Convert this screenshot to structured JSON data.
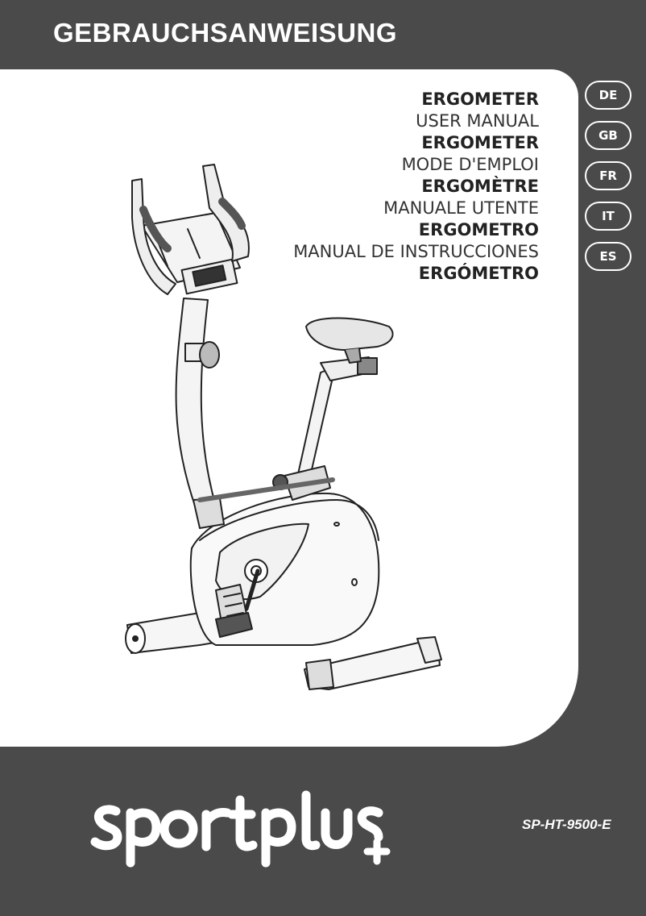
{
  "header": {
    "title": "GEBRAUCHSANWEISUNG"
  },
  "titles": [
    {
      "text": "ERGOMETER",
      "weight": "bold"
    },
    {
      "text": "USER MANUAL",
      "weight": "light"
    },
    {
      "text": "ERGOMETER",
      "weight": "bold"
    },
    {
      "text": "MODE D'EMPLOI",
      "weight": "light"
    },
    {
      "text": "ERGOMÈTRE",
      "weight": "bold"
    },
    {
      "text": "MANUALE UTENTE",
      "weight": "light"
    },
    {
      "text": "ERGOMETRO",
      "weight": "bold"
    },
    {
      "text": "MANUAL DE INSTRUCCIONES",
      "weight": "light"
    },
    {
      "text": "ERGÓMETRO",
      "weight": "bold"
    }
  ],
  "languages": [
    "DE",
    "GB",
    "FR",
    "IT",
    "ES"
  ],
  "brand": {
    "logo_text": "sportplus"
  },
  "model": "SP-HT-9500-E",
  "colors": {
    "background": "#4a4a4a",
    "panel": "#ffffff",
    "text": "#222222"
  }
}
